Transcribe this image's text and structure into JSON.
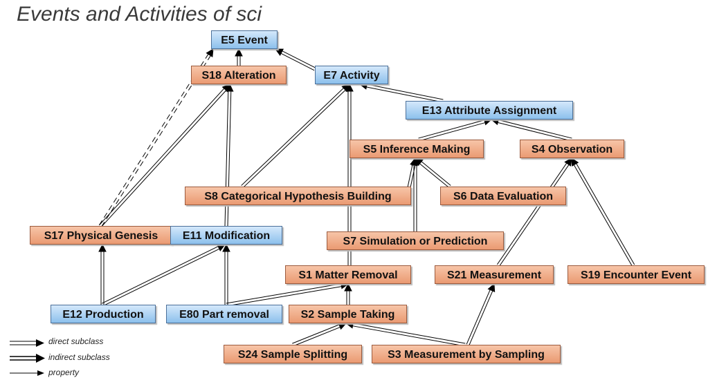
{
  "title": "Events and Activities of sci",
  "nodes": {
    "e5": "E5 Event",
    "s18": "S18 Alteration",
    "e7": "E7 Activity",
    "e13": "E13 Attribute Assignment",
    "s5": "S5 Inference Making",
    "s4": "S4 Observation",
    "s8": "S8 Categorical Hypothesis Building",
    "s6": "S6 Data Evaluation",
    "s17": "S17  Physical Genesis",
    "e11": "E11 Modification",
    "s7": "S7 Simulation or Prediction",
    "s1": "S1 Matter Removal",
    "s21": "S21 Measurement",
    "s19": "S19 Encounter Event",
    "e12": "E12 Production",
    "e80": "E80 Part removal",
    "s2": "S2 Sample Taking",
    "s24": "S24 Sample Splitting",
    "s3": "S3 Measurement by Sampling"
  },
  "node_colors": {
    "crm_class": "#a9d0f2",
    "sci_class": "#f0b08f"
  },
  "legend": {
    "direct": "direct subclass",
    "indirect": "indirect subclass",
    "property": "property"
  }
}
